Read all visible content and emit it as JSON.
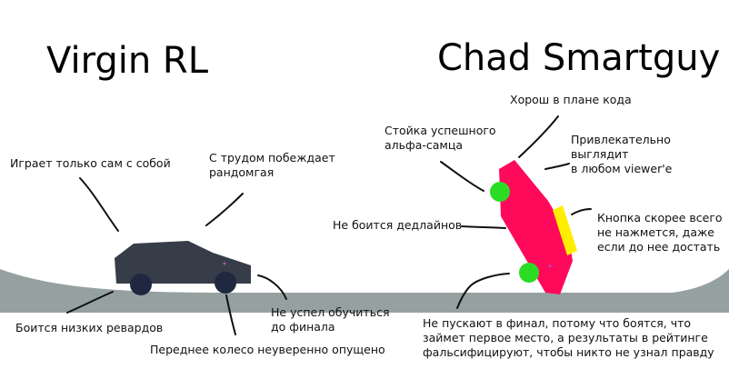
{
  "titles": {
    "left": "Virgin RL",
    "right": "Chad Smartguy"
  },
  "left_notes": {
    "plays_alone": "Играет только сам с собой",
    "beats_random": "С трудом побеждает\nрандомгая",
    "fears_low_rewards": "Боится низких ревардов",
    "front_wheel": "Переднее колесо неуверенно опущено",
    "not_trained": "Не успел обучиться\nдо финала"
  },
  "right_notes": {
    "good_code": "Хорош в плане кода",
    "alpha_stance": "Стойка успешного\nальфа-самца",
    "looks_good": "Привлекательно выглядит\nв любом viewer'e",
    "deadlines": "Не боится дедлайнов",
    "button": "Кнопка скорее всего\nне нажмется, даже\nесли до нее достать",
    "final": "Не пускают в финал, потому что боятся, что\nзаймет первое место, а результаты в рейтинге\nфальсифицируют, чтобы никто не узнал правду"
  },
  "colors": {
    "ground": "#95a1a0",
    "virgin_car": "#373d48",
    "virgin_wheel": "#1f2840",
    "chad_car": "#ff0a5a",
    "chad_wheel": "#2bdc25",
    "button": "#ffee00"
  }
}
